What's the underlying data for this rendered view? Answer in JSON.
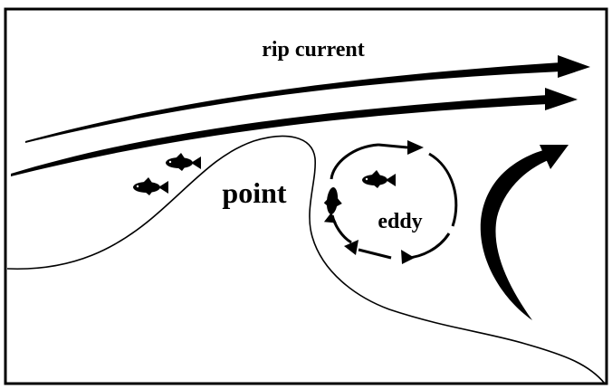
{
  "labels": {
    "rip_current": "rip current",
    "point": "point",
    "eddy": "eddy"
  },
  "colors": {
    "ink": "#000000",
    "background": "#ffffff"
  },
  "elements": {
    "fish_count": 4,
    "arrows": [
      "rip-current-arrow-upper",
      "rip-current-arrow-lower",
      "eddy-circulation",
      "return-flow-arrow"
    ]
  }
}
